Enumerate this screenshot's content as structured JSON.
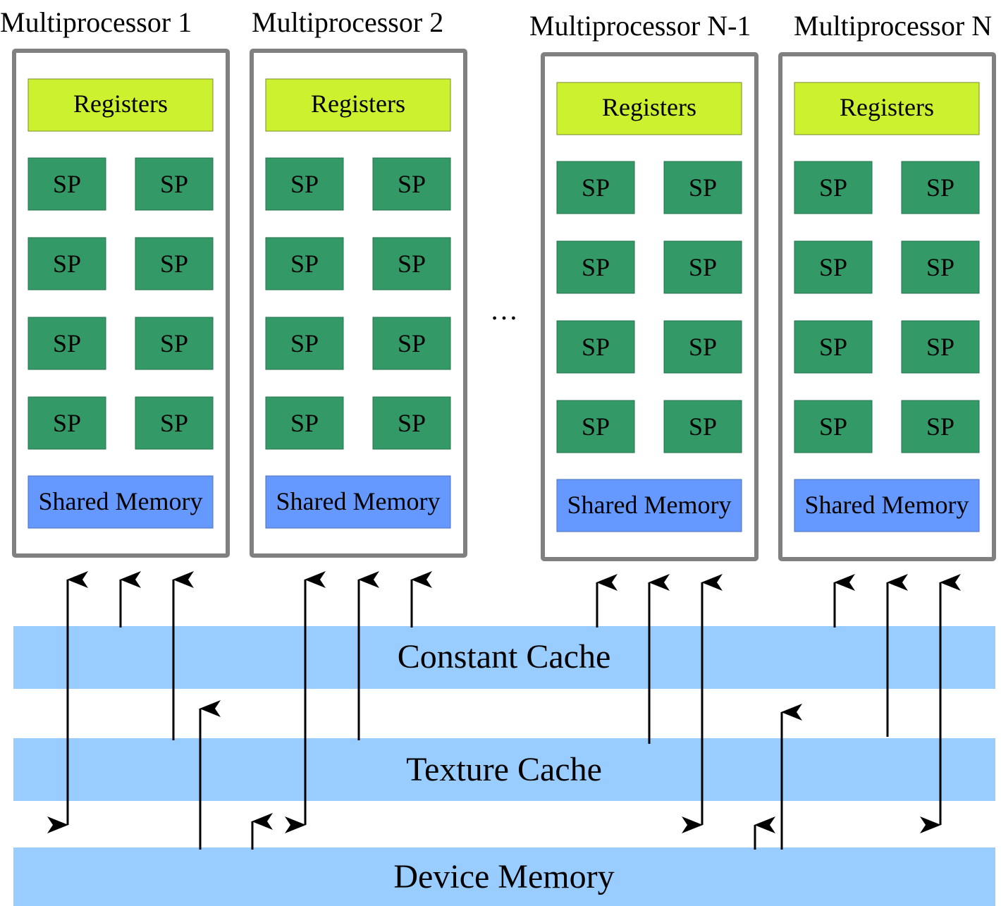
{
  "multiprocessors": [
    {
      "title": "Multiprocessor 1",
      "registers": "Registers",
      "sp_label": "SP",
      "shared_memory": "Shared Memory"
    },
    {
      "title": "Multiprocessor 2",
      "registers": "Registers",
      "sp_label": "SP",
      "shared_memory": "Shared Memory"
    },
    {
      "title": "Multiprocessor N-1",
      "registers": "Registers",
      "sp_label": "SP",
      "shared_memory": "Shared Memory"
    },
    {
      "title": "Multiprocessor N",
      "registers": "Registers",
      "sp_label": "SP",
      "shared_memory": "Shared Memory"
    }
  ],
  "ellipsis": "…",
  "memories": {
    "constant_cache": "Constant Cache",
    "texture_cache": "Texture Cache",
    "device_memory": "Device Memory"
  },
  "colors": {
    "registers": "#ccf12e",
    "sp": "#339966",
    "shared_memory": "#6699ff",
    "cache_band": "#99ccff",
    "frame": "#808080"
  }
}
